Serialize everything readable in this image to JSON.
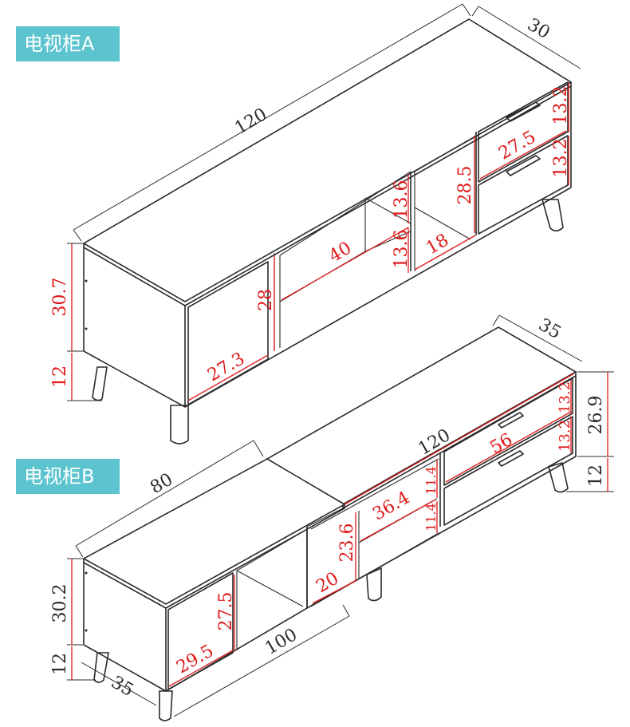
{
  "labels": {
    "cabinet_a": "电视柜A",
    "cabinet_b": "电视柜B"
  },
  "colors": {
    "badge": "#5bc4cf",
    "dimension": "#e01818",
    "outline": "#2b2b2b"
  },
  "cabinet_a": {
    "width": "120",
    "depth": "30",
    "body_height": "30.7",
    "leg_height": "12",
    "door_width": "27.3",
    "door_height": "28",
    "shelf_width": "40",
    "shelf_height_upper": "13.6",
    "shelf_height_lower": "13.6",
    "open_width": "18",
    "open_height": "28.5",
    "drawer_width": "27.5",
    "drawer_height_upper": "13.2",
    "drawer_height_lower": "13.2"
  },
  "cabinet_b": {
    "main_width": "120",
    "main_depth": "35",
    "main_height": "26.9",
    "main_leg_height": "12",
    "drawer_width": "56",
    "drawer_height_upper": "13.2",
    "drawer_height_lower": "13.2",
    "shelf_width": "36.4",
    "shelf_height_upper": "11.4",
    "shelf_height_lower": "11.4",
    "open_width": "20",
    "open_height": "23.6",
    "side_width": "80",
    "side_base_width": "100",
    "side_depth": "35",
    "side_height": "30.2",
    "side_leg_height": "12",
    "door_width": "29.5",
    "door_height": "27.5"
  }
}
